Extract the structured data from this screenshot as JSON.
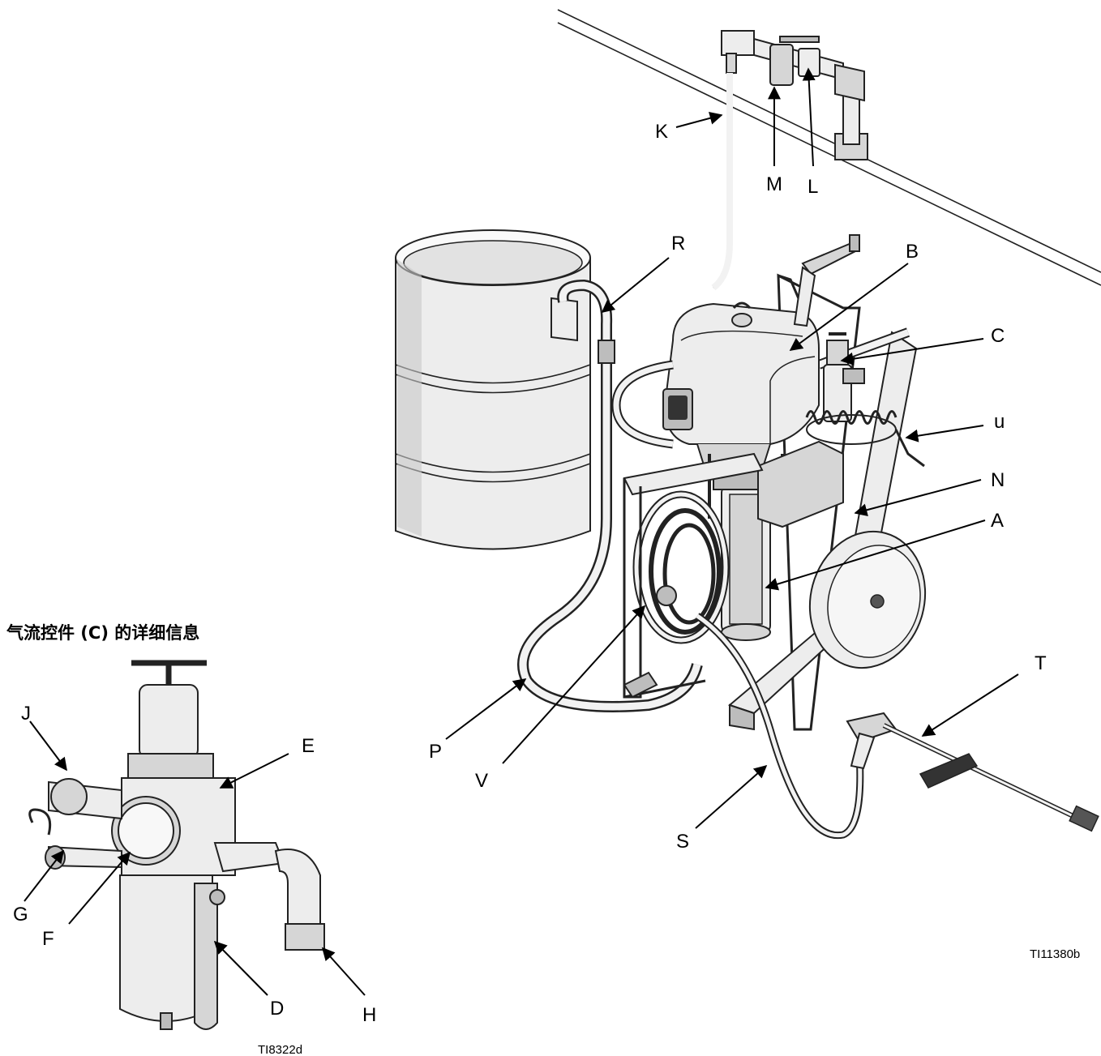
{
  "detail": {
    "title": "气流控件 (C) 的详细信息",
    "figure_code": "TI8322d"
  },
  "main": {
    "figure_code": "TI11380b"
  },
  "labels": {
    "A": "A",
    "B": "B",
    "C": "C",
    "D": "D",
    "E": "E",
    "F": "F",
    "G": "G",
    "H": "H",
    "J": "J",
    "K": "K",
    "L": "L",
    "M": "M",
    "N": "N",
    "P": "P",
    "R": "R",
    "S": "S",
    "T": "T",
    "u": "u",
    "V": "V"
  },
  "colors": {
    "line": "#000000",
    "part_fill": "#ededed",
    "part_shade": "#bdbdbd"
  }
}
